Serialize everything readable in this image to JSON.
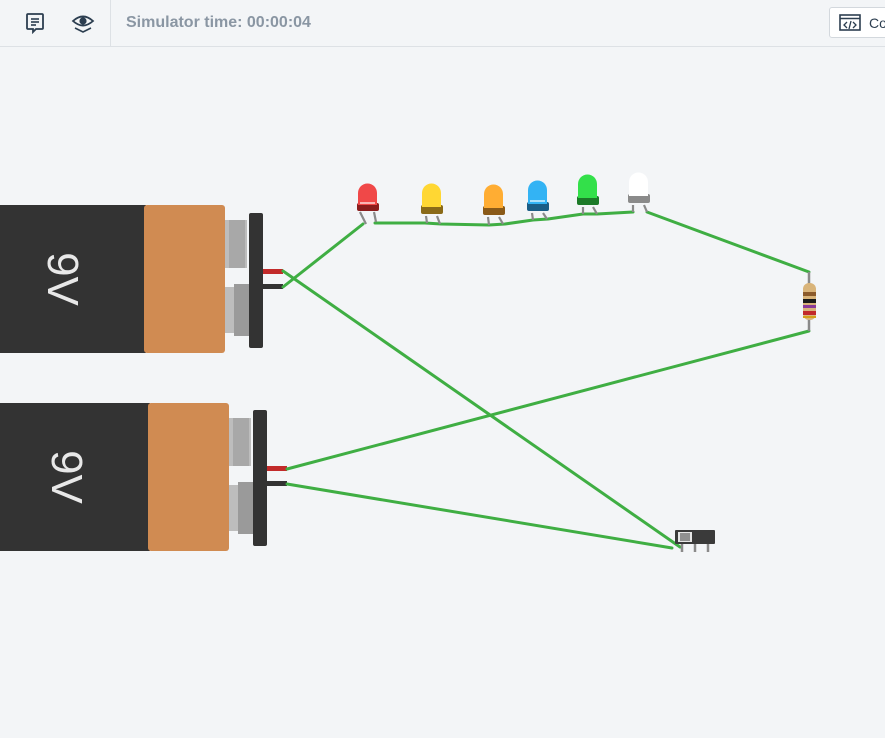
{
  "toolbar": {
    "notes_icon": "notes-icon",
    "view_icon": "eye-icon",
    "simulator_time": "Simulator time: 00:00:04",
    "code_icon": "code-window-icon",
    "code_label": "Co"
  },
  "circuit": {
    "batteries": [
      {
        "label": "9V"
      },
      {
        "label": "9V"
      }
    ],
    "leds": [
      {
        "color": "red",
        "hex": "#f04848"
      },
      {
        "color": "yellow",
        "hex": "#ffd733"
      },
      {
        "color": "orange",
        "hex": "#ffad33"
      },
      {
        "color": "blue",
        "hex": "#33b3f4"
      },
      {
        "color": "green",
        "hex": "#33e04a"
      },
      {
        "color": "white",
        "hex": "#ffffff"
      }
    ],
    "wire_color": "#3fae43",
    "components": [
      "resistor",
      "slide-switch"
    ]
  }
}
